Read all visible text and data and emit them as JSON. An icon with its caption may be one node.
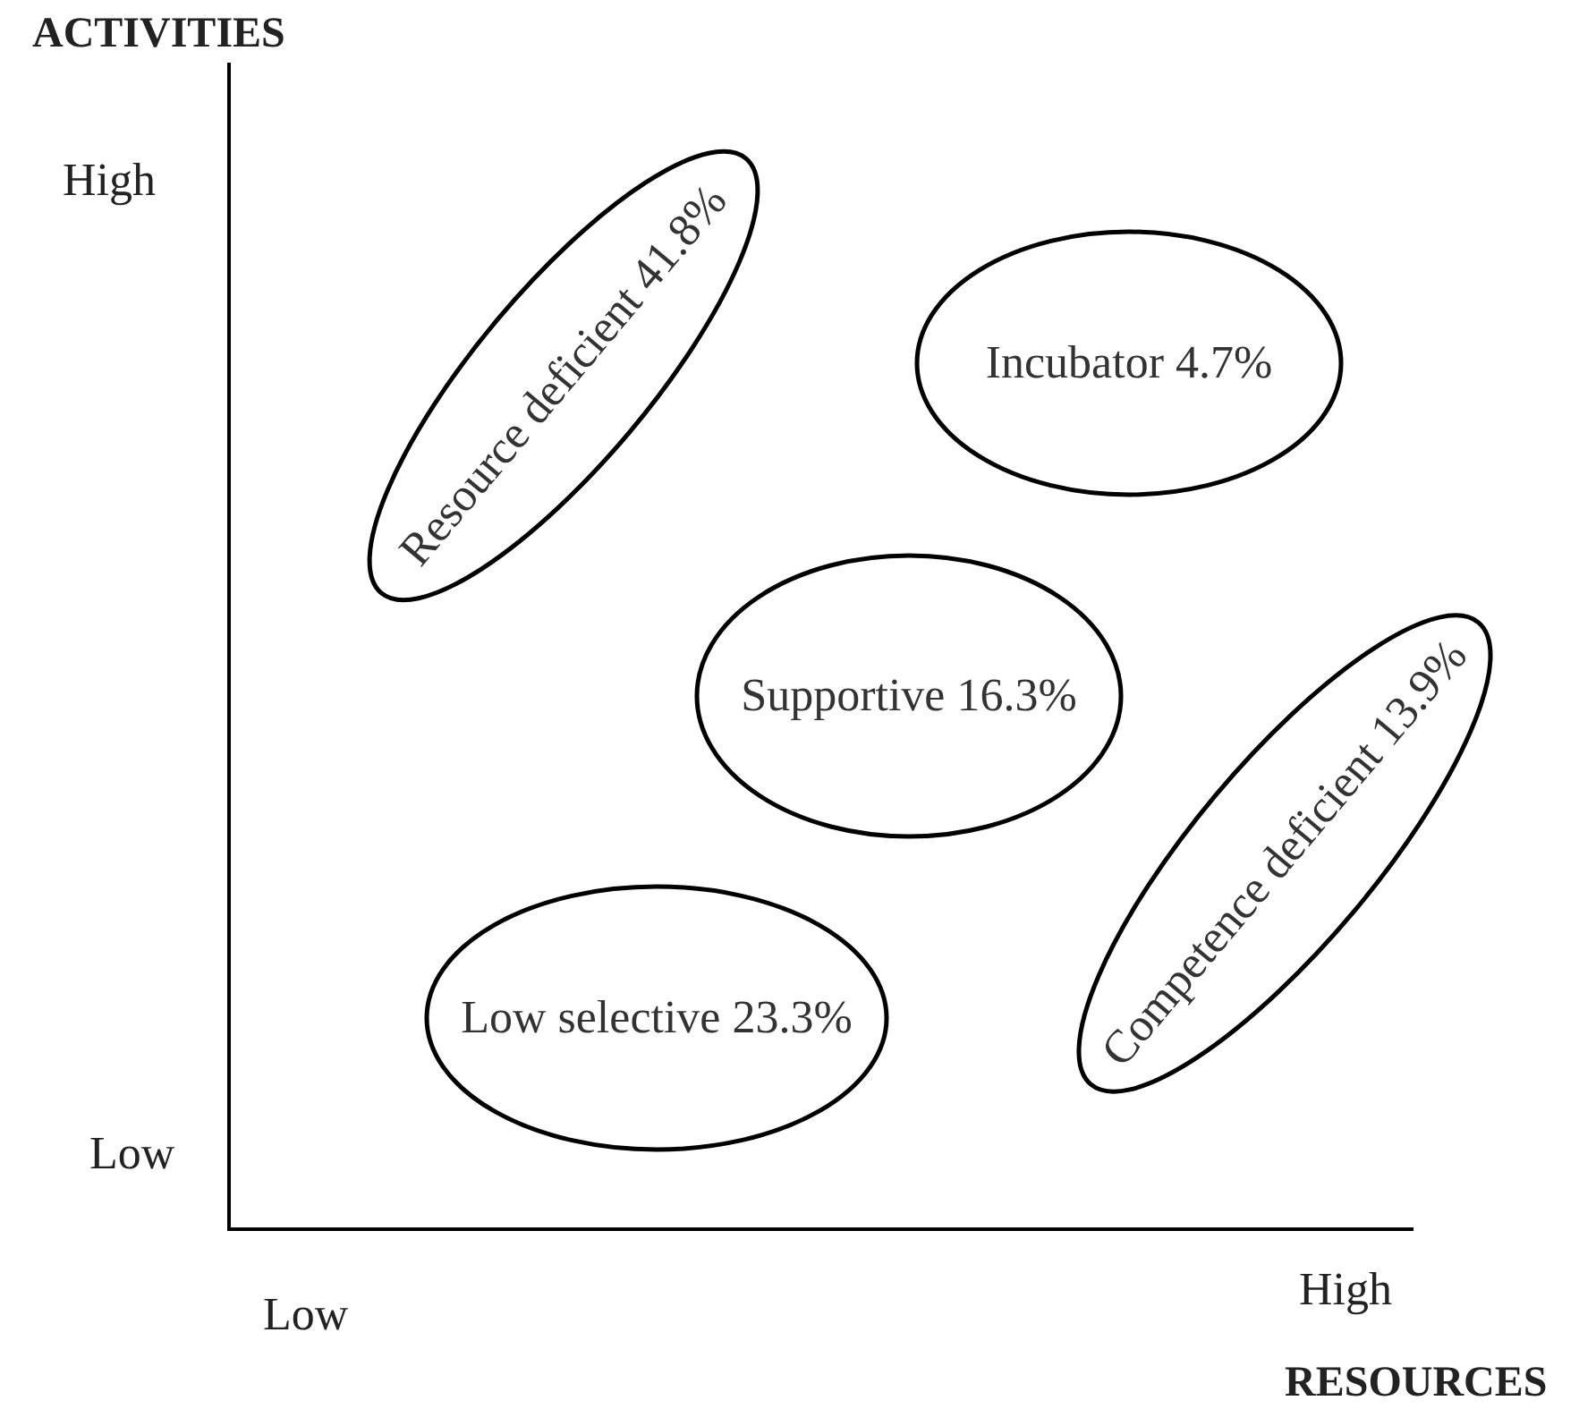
{
  "diagram": {
    "nodes": [
      {
        "text": [
          "Resource deficient 41.8%"
        ]
      },
      {
        "text": [
          "Incubator 4.7%"
        ]
      },
      {
        "text": [
          "Supportive 16.3%"
        ]
      },
      {
        "text": [
          "Competence deficient 13.9%"
        ]
      },
      {
        "text": [
          "Low selective 23.3%"
        ]
      }
    ],
    "edges": [],
    "labels": [
      "ACTIVITIES",
      "High",
      "Low",
      "Low",
      "High",
      "RESOURCES"
    ]
  }
}
